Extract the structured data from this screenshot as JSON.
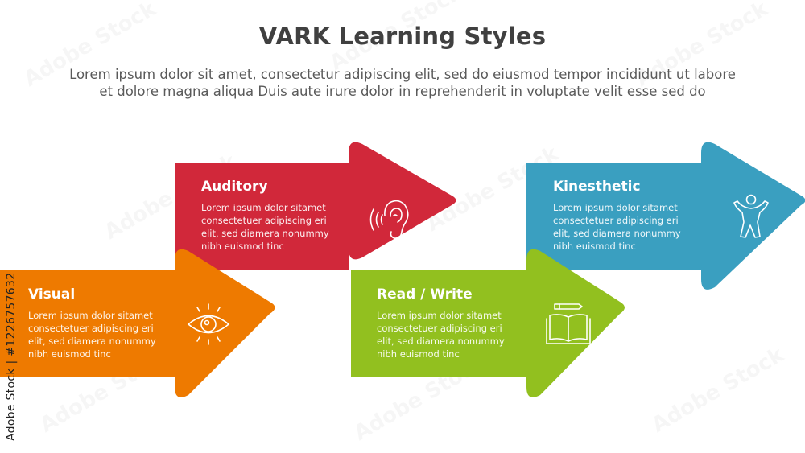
{
  "title": "VARK Learning Styles",
  "subtitle_line1": "Lorem ipsum dolor sit amet, consectetur adipiscing elit, sed do eiusmod tempor incididunt ut labore",
  "subtitle_line2": "et dolore magna aliqua Duis aute irure dolor in reprehenderit in voluptate velit esse sed do",
  "cards": [
    {
      "title": "Visual",
      "color": "#ee7a00",
      "icon": "eye-icon",
      "body": [
        "Lorem ipsum dolor sitamet",
        "consectetuer adipiscing eri",
        "elit, sed diamera nonummy",
        "nibh euismod tinc"
      ]
    },
    {
      "title": "Auditory",
      "color": "#d1283a",
      "icon": "ear-icon",
      "body": [
        "Lorem ipsum dolor sitamet",
        "consectetuer adipiscing eri",
        "elit, sed diamera nonummy",
        "nibh euismod tinc"
      ]
    },
    {
      "title": "Read / Write",
      "color": "#92c01f",
      "icon": "book-pencil-icon",
      "body": [
        "Lorem ipsum dolor sitamet",
        "consectetuer adipiscing eri",
        "elit, sed diamera nonummy",
        "nibh euismod tinc"
      ]
    },
    {
      "title": "Kinesthetic",
      "color": "#3a9fc0",
      "icon": "person-icon",
      "body": [
        "Lorem ipsum dolor sitamet",
        "consectetuer adipiscing eri",
        "elit, sed diamera nonummy",
        "nibh euismod tinc"
      ]
    }
  ],
  "credit": "Adobe Stock | #1226757632",
  "watermark_text": "Adobe Stock"
}
